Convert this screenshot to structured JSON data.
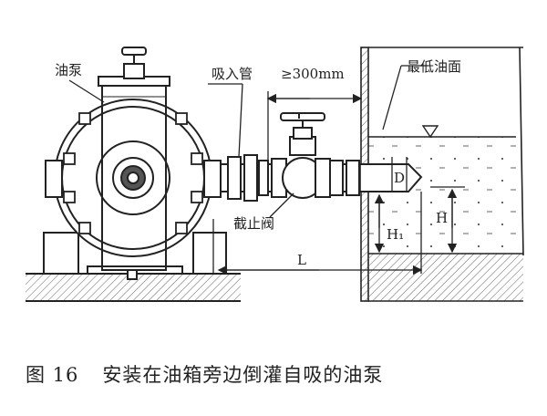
{
  "labels": {
    "oil_pump": "油泵",
    "suction_pipe": "吸入管",
    "min_distance": "≥300mm",
    "lowest_oil_level": "最低油面",
    "stop_valve": "截止阀",
    "dim_L": "L",
    "dim_H": "H",
    "dim_H1": "H₁",
    "dim_D": "D"
  },
  "caption": {
    "number": "图 16",
    "text": "安装在油箱旁边倒灌自吸的油泵"
  }
}
